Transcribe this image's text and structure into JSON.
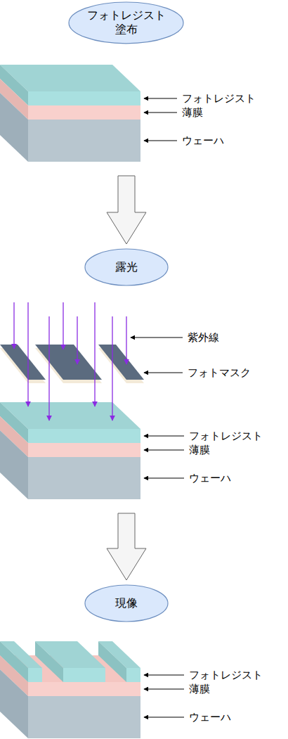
{
  "diagram": {
    "nodes": [
      {
        "text": [
          "フォトレジスト 塗布"
        ]
      },
      {
        "text": [
          "露光"
        ]
      },
      {
        "text": [
          "現像"
        ]
      }
    ],
    "edges": [
      {
        "from": 0,
        "to": 1,
        "arrow": "to"
      },
      {
        "from": 1,
        "to": 2,
        "arrow": "to"
      }
    ],
    "labels": [
      "フォトレジスト",
      "薄膜",
      "ウェーハ",
      "紫外線",
      "フォトマスク",
      "フォトレジスト",
      "薄膜",
      "ウェーハ",
      "フォトレジスト",
      "薄膜",
      "ウェーハ"
    ]
  }
}
